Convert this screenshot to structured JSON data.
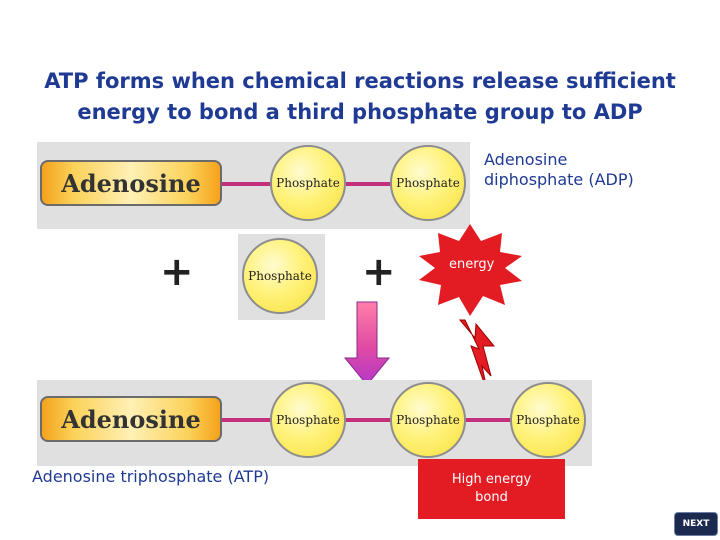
{
  "title": {
    "line1": "ATP forms when chemical reactions release sufficient",
    "line2": "energy to bond a third phosphate group to ADP"
  },
  "adp": {
    "adenosine_label": "Adenosine",
    "phosphate_labels": [
      "Phosphate",
      "Phosphate"
    ],
    "caption_line1": "Adenosine",
    "caption_line2": "diphosphate (ADP)"
  },
  "free_phosphate_label": "Phosphate",
  "plus_signs": [
    "+",
    "+"
  ],
  "energy_label": "energy",
  "atp": {
    "adenosine_label": "Adenosine",
    "phosphate_labels": [
      "Phosphate",
      "Phosphate",
      "Phosphate"
    ],
    "caption": "Adenosine triphosphate (ATP)"
  },
  "high_energy_bond": {
    "line1": "High energy",
    "line2": "bond"
  },
  "next_button": "NEXT",
  "colors": {
    "title": "#1f3a93",
    "bond": "#c4307b",
    "energy_burst": "#e31b23",
    "high_energy_box": "#e31b23",
    "arrow": "#ff7a00"
  }
}
